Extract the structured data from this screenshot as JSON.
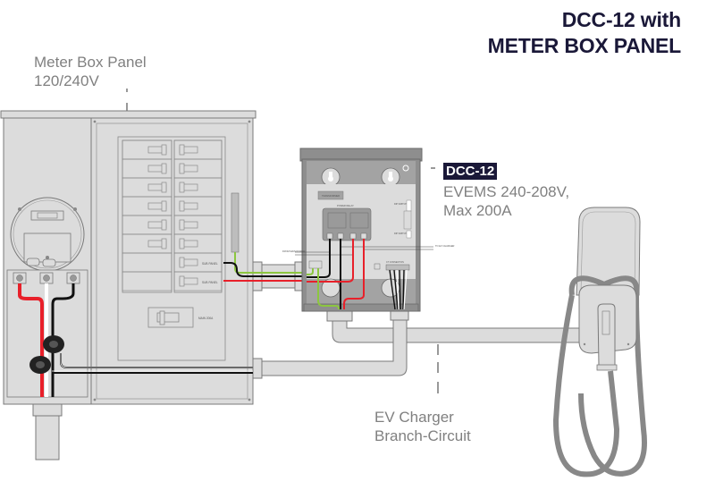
{
  "title": {
    "line1": "DCC-12 with",
    "line2": "METER BOX PANEL"
  },
  "labels": {
    "meter_box": {
      "line1": "Meter Box Panel",
      "line2": "120/240V"
    },
    "dcc": {
      "badge": "DCC-12",
      "line1": "EVEMS 240-208V,",
      "line2": "Max 200A"
    },
    "ev_branch": {
      "line1": "EV Charger",
      "line2": "Branch-Circuit"
    }
  },
  "panel_labels": {
    "sub_panel_1": "SUB PANEL",
    "sub_panel_2": "SUB PANEL",
    "main_breaker": "MAIN 200A"
  },
  "dcc_labels": {
    "transformer": "TRANSFORMER",
    "power_relay": "POWER RELAY",
    "dip_switch_1": "DIP SWITCH",
    "dip_switch_2": "DIP SWITCH",
    "from_main_power": "FROM MAIN POWER",
    "to_ev_charger": "TO EV CHARGER",
    "ct_connection": "CT CONNECTION"
  },
  "colors": {
    "title": "#1a1838",
    "label": "#808080",
    "box_fill": "#dcdcdc",
    "box_stroke": "#7a7a7a",
    "dark_box": "#8e8e8e",
    "wire_red": "#e8202a",
    "wire_black": "#111111",
    "wire_white": "#ffffff",
    "wire_green": "#8cc63f",
    "cable": "#858585"
  }
}
